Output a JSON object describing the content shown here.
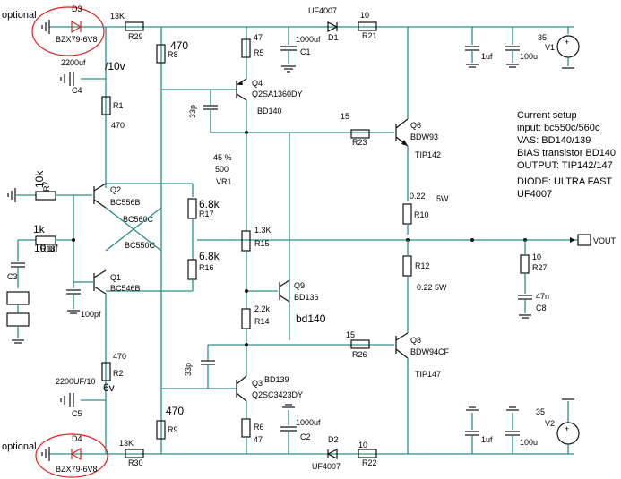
{
  "optional_labels": [
    "optional",
    "optional"
  ],
  "labels": {
    "D3": "D3",
    "D3_part": "BZX79-6V8",
    "D4": "D4",
    "D4_part": "BZX79-6V8",
    "R29_val": "13K",
    "R29": "R29",
    "R30_val": "13K",
    "R30": "R30",
    "R8_val": "470",
    "R8": "R8",
    "R9_val": "470",
    "R9": "R9",
    "R5_val": "47",
    "R5": "R5",
    "R6_val": "47",
    "R6": "R6",
    "C1_val": "1000uf",
    "C1": "C1",
    "C2_val": "1000uf",
    "C2": "C2",
    "D1_val": "UF4007",
    "D1": "D1",
    "D2_val": "UF4007",
    "D2": "D2",
    "R21_val": "10",
    "R21": "R21",
    "R22_val": "10",
    "R22": "R22",
    "V1_val": "35",
    "V1": "V1",
    "V2_val": "35",
    "V2": "V2",
    "cap_top_1uf": "1uf",
    "cap_top_100u": "100u",
    "cap_bot_1uf": "1uf",
    "cap_bot_100u": "100u",
    "C4_val": "2200uf",
    "C4_note": "/10v",
    "C4": "C4",
    "C5_val": "2200UF/10",
    "C5_note": "6v",
    "C5": "C5",
    "R1": "R1",
    "R1_val": "470",
    "R2": "R2",
    "R2_val": "470",
    "Q4": "Q4",
    "Q4_part": "Q2SA1360DY",
    "Q4_note": "BD140",
    "Q3": "Q3",
    "Q3_part": "Q2SC3423DY",
    "Q3_note": "BD139",
    "C33p_top": "33p",
    "C33p_bot": "33p",
    "R23_val": "15",
    "R23": "R23",
    "R26_val": "15",
    "R26": "R26",
    "Q6": "Q6",
    "Q6_part": "BDW93",
    "Q6_note": "TIP142",
    "Q8": "Q8",
    "Q8_part": "BDW94CF",
    "Q8_note": "TIP147",
    "VR1_pct": "45 %",
    "VR1_val": "500",
    "VR1": "VR1",
    "R10_val": "0.22",
    "R10_w": "5W",
    "R10": "R10",
    "R12": "R12",
    "R12_val": "0.22  5W",
    "R7_val": "10k",
    "R7": "R7",
    "R18_val": "1k",
    "R18": "R18",
    "Q2": "Q2",
    "Q2_part": "BC556B",
    "Q2_note": "BC560C",
    "Q1": "Q1",
    "Q1_part": "BC546B",
    "Q1_note": "BC550C",
    "C3_val": "10 uf",
    "C3": "C3",
    "pf100": "100pf",
    "R17_val": "6.8k",
    "R17": "R17",
    "R16_val": "6.8k",
    "R16": "R16",
    "R15_val": "1.3K",
    "R15": "R15",
    "R14_val": "2.2k",
    "R14": "R14",
    "Q9": "Q9",
    "Q9_part": "BD136",
    "Q9_note": "bd140",
    "R27_val": "10",
    "R27": "R27",
    "C8_val": "47n",
    "C8": "C8",
    "VOUT": "VOUT"
  },
  "notes": {
    "setup_title": "Current setup",
    "input": "input: bc550c/560c",
    "vas": "VAS: BD140/139",
    "bias": "BIAS transistor BD140",
    "output": "OUTPUT: TIP142/147",
    "diode": "DIODE: ULTRA FAST",
    "diode_part": "UF4007"
  }
}
